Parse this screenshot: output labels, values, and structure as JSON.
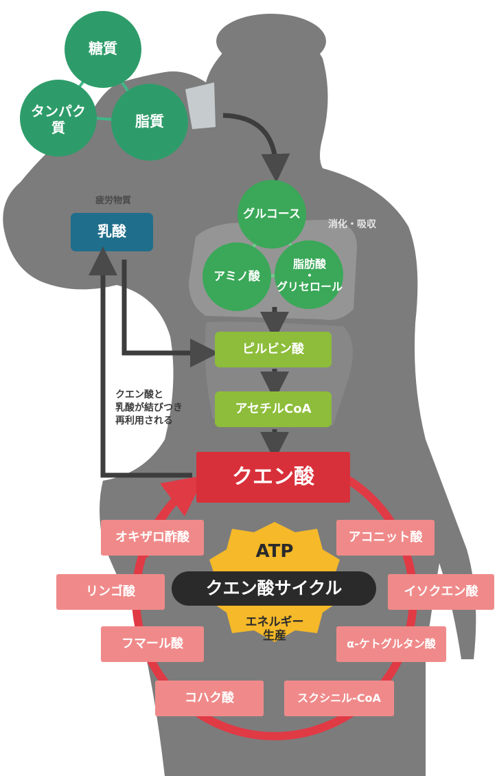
{
  "nutrients": {
    "sugar": "糖質",
    "protein_1": "タンパク",
    "protein_2": "質",
    "fat": "脂質"
  },
  "lactic": {
    "caption": "疲労物質",
    "label": "乳酸"
  },
  "digestion": {
    "note": "消化・吸収",
    "glucose": "グルコース",
    "amino": "アミノ酸",
    "fatty_1": "脂肪酸",
    "fatty_dot": "・",
    "fatty_2": "グリセロール"
  },
  "pathway": {
    "pyruvate": "ピルビン酸",
    "acetyl": "アセチルCoA",
    "citric": "クエン酸"
  },
  "recycle_note": {
    "line1": "クエン酸と",
    "line2": "乳酸が結びつき",
    "line3": "再利用される"
  },
  "cycle": {
    "title": "クエン酸サイクル",
    "atp": "ATP",
    "energy_1": "エネルギー",
    "energy_2": "生産",
    "acids": {
      "oxaloacetate": "オキザロ酢酸",
      "aconitate": "アコニット酸",
      "malate": "リンゴ酸",
      "isocitrate": "イソクエン酸",
      "fumarate": "フマール酸",
      "ketoglutarate": "α-ケトグルタン酸",
      "succinate": "コハク酸",
      "succinyl": "スクシニル-CoA"
    }
  },
  "colors": {
    "body": "#7a7a7a",
    "nutrient_green": "#2e9c6a",
    "digest_green": "#3aa858",
    "lime": "#8dbd3a",
    "lactic_blue": "#1f6e8c",
    "citric_red": "#d8303a",
    "pink": "#f08a8a",
    "atp_yellow": "#f5b929",
    "dark": "#2a2a2a"
  }
}
